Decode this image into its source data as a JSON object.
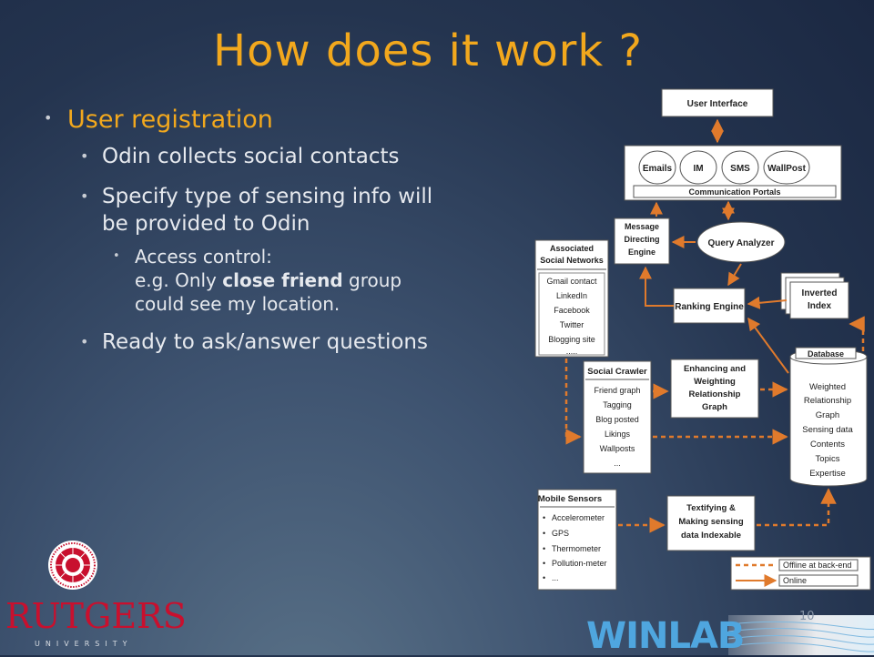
{
  "slide": {
    "title": "How does it work ?",
    "page_number": "10"
  },
  "bullets": {
    "b1": "User registration",
    "b1_1": "Odin collects social contacts",
    "b1_2_line1": "Specify type of sensing info will",
    "b1_2_line2": "be provided to Odin",
    "b1_2_1_line1": "Access control:",
    "b1_2_1_line2_pre": "e.g. Only ",
    "b1_2_1_line2_bold": "close friend",
    "b1_2_1_line2_post": " group",
    "b1_2_1_line3": "could see my location.",
    "b1_3": "Ready to ask/answer questions"
  },
  "logos": {
    "rutgers": "RUTGERS",
    "university": "UNIVERSITY",
    "winlab": "WINLAB"
  },
  "diagram": {
    "user_interface": "User Interface",
    "emails": "Emails",
    "im": "IM",
    "sms": "SMS",
    "wallpost": "WallPost",
    "comm_portals": "Communication Portals",
    "msg_engine": [
      "Message",
      "Directing",
      "Engine"
    ],
    "query_analyzer": "Query Analyzer",
    "assoc_header": [
      "Associated",
      "Social Networks"
    ],
    "assoc_items": [
      "Gmail contact",
      "LinkedIn",
      "Facebook",
      "Twitter",
      "Blogging site",
      "....."
    ],
    "ranking_engine": "Ranking Engine",
    "inverted_index": [
      "Inverted",
      "Index"
    ],
    "database": "Database",
    "db_items": [
      "Weighted",
      "Relationship",
      "Graph",
      "Sensing data",
      "Contents",
      "Topics",
      "Expertise"
    ],
    "social_crawler": "Social Crawler",
    "crawler_items": [
      "Friend graph",
      "Tagging",
      "Blog posted",
      "Likings",
      "Wallposts",
      "..."
    ],
    "enhancing": [
      "Enhancing and",
      "Weighting",
      "Relationship",
      "Graph"
    ],
    "mobile_sensors": "Mobile Sensors",
    "sensor_items": [
      "Accelerometer",
      "GPS",
      "Thermometer",
      "Pollution-meter",
      "..."
    ],
    "textifying": [
      "Textifying &",
      "Making sensing",
      "data Indexable"
    ],
    "legend_offline": "Offline at back-end",
    "legend_online": "Online"
  },
  "colors": {
    "title": "#f2a81d",
    "arrow": "#e07a2c",
    "box_border": "#555555",
    "rutgers_red": "#c8102e",
    "winlab_blue": "#4fa6df"
  }
}
